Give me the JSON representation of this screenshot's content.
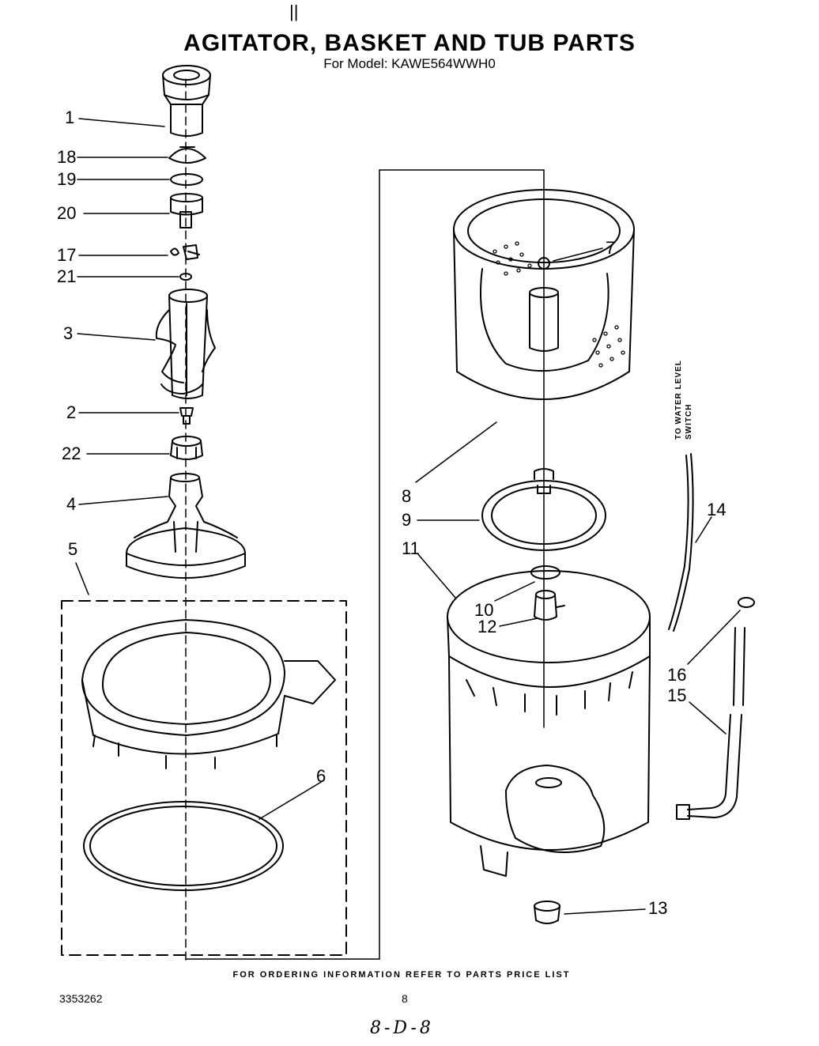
{
  "header": {
    "top_mark": "||",
    "title": "AGITATOR, BASKET AND TUB PARTS",
    "subtitle": "For Model: KAWE564WWH0"
  },
  "callouts": {
    "c1": "1",
    "c18": "18",
    "c19": "19",
    "c20": "20",
    "c17": "17",
    "c21": "21",
    "c3": "3",
    "c2": "2",
    "c22": "22",
    "c4": "4",
    "c5": "5",
    "c6": "6",
    "c7": "7",
    "c8": "8",
    "c9": "9",
    "c11": "11",
    "c10": "10",
    "c12": "12",
    "c13": "13",
    "c14": "14",
    "c16": "16",
    "c15": "15"
  },
  "side_note": {
    "line1": "TO WATER LEVEL",
    "line2": "SWITCH"
  },
  "footer": {
    "note": "FOR ORDERING INFORMATION REFER TO PARTS PRICE LIST",
    "doc_number": "3353262",
    "page_number": "8",
    "handwritten": "8-D-8"
  }
}
